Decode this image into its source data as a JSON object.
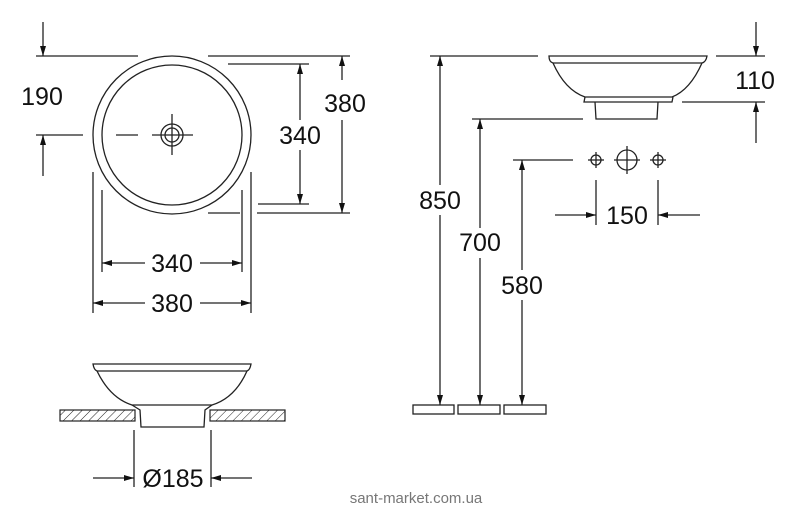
{
  "top_view": {
    "depth_offset": "190",
    "inner_length": "340",
    "outer_length": "380",
    "inner_width": "340",
    "outer_width": "380"
  },
  "side_view": {
    "height_total": "850",
    "height_drain": "700",
    "height_tap": "580",
    "tap_spacing": "150",
    "bowl_height": "110"
  },
  "section_view": {
    "cutout_diameter": "Ø185"
  },
  "watermark": "sant-market.com.ua"
}
